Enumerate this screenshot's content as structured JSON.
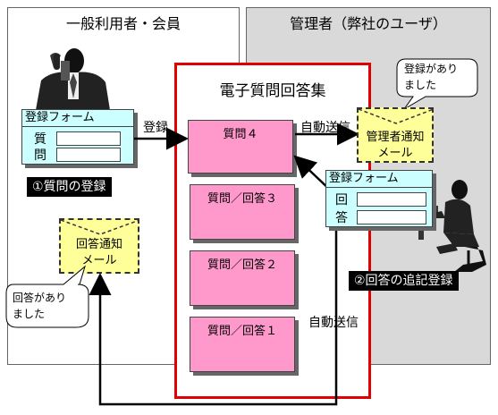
{
  "panels": {
    "left_title": "一般利用者・会員",
    "right_title": "管理者（弊社のユーザ）"
  },
  "system": {
    "title": "電子質問回答集",
    "cards": [
      "質問４",
      "質問／回答３",
      "質問／回答２",
      "質問／回答１"
    ]
  },
  "user_form": {
    "title": "登録フォーム",
    "label1": "質",
    "label2": "問"
  },
  "admin_form": {
    "title": "登録フォーム",
    "label1": "回",
    "label2": "答"
  },
  "steps": {
    "step1": "①質問の登録",
    "step2": "②回答の追記登録"
  },
  "arrows": {
    "register": "登録",
    "auto_send_top": "自動送信",
    "auto_send_bottom": "自動送信"
  },
  "mails": {
    "admin_line1": "管理者通知",
    "admin_line2": "メール",
    "reply_line1": "回答通知",
    "reply_line2": "メール"
  },
  "bubbles": {
    "admin_line1": "登録があり",
    "admin_line2": "ました",
    "user_line1": "回答があり",
    "user_line2": "ました"
  },
  "colors": {
    "system_border": "#e00000",
    "card_fill": "#ff99cc",
    "form_fill": "#ccffff",
    "mail_fill": "#ffff99",
    "admin_panel": "#d9d9d9"
  }
}
